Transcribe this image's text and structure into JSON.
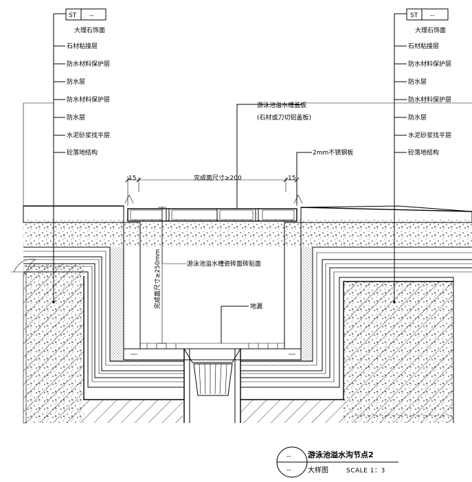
{
  "left_tag": {
    "code": "ST",
    "value": "--"
  },
  "right_tag": {
    "code": "ST",
    "value": "--"
  },
  "layers": [
    "大理石饰面",
    "石材粘接层",
    "防水材料保护层",
    "防水层",
    "防水材料保护层",
    "防水层",
    "水泥砂浆找平层",
    "砼落地结构"
  ],
  "annotations": {
    "grate": "游泳池溢水槽盖板",
    "grate_note": "(石材或刀切铝盖板)",
    "steel": "2mm不锈钢板",
    "width": "完成面尺寸≥200",
    "dim_left": "15",
    "dim_right": "15",
    "depth": "完成面尺寸≥250mm",
    "trough_finish": "游泳池溢水槽瓷砖面砖贴面",
    "drain": "地漏"
  },
  "title": {
    "mark_top": "--",
    "mark_bottom": "--",
    "name": "游泳池溢水沟节点2",
    "type": "大样图",
    "scale": "SCALE  1：3"
  }
}
